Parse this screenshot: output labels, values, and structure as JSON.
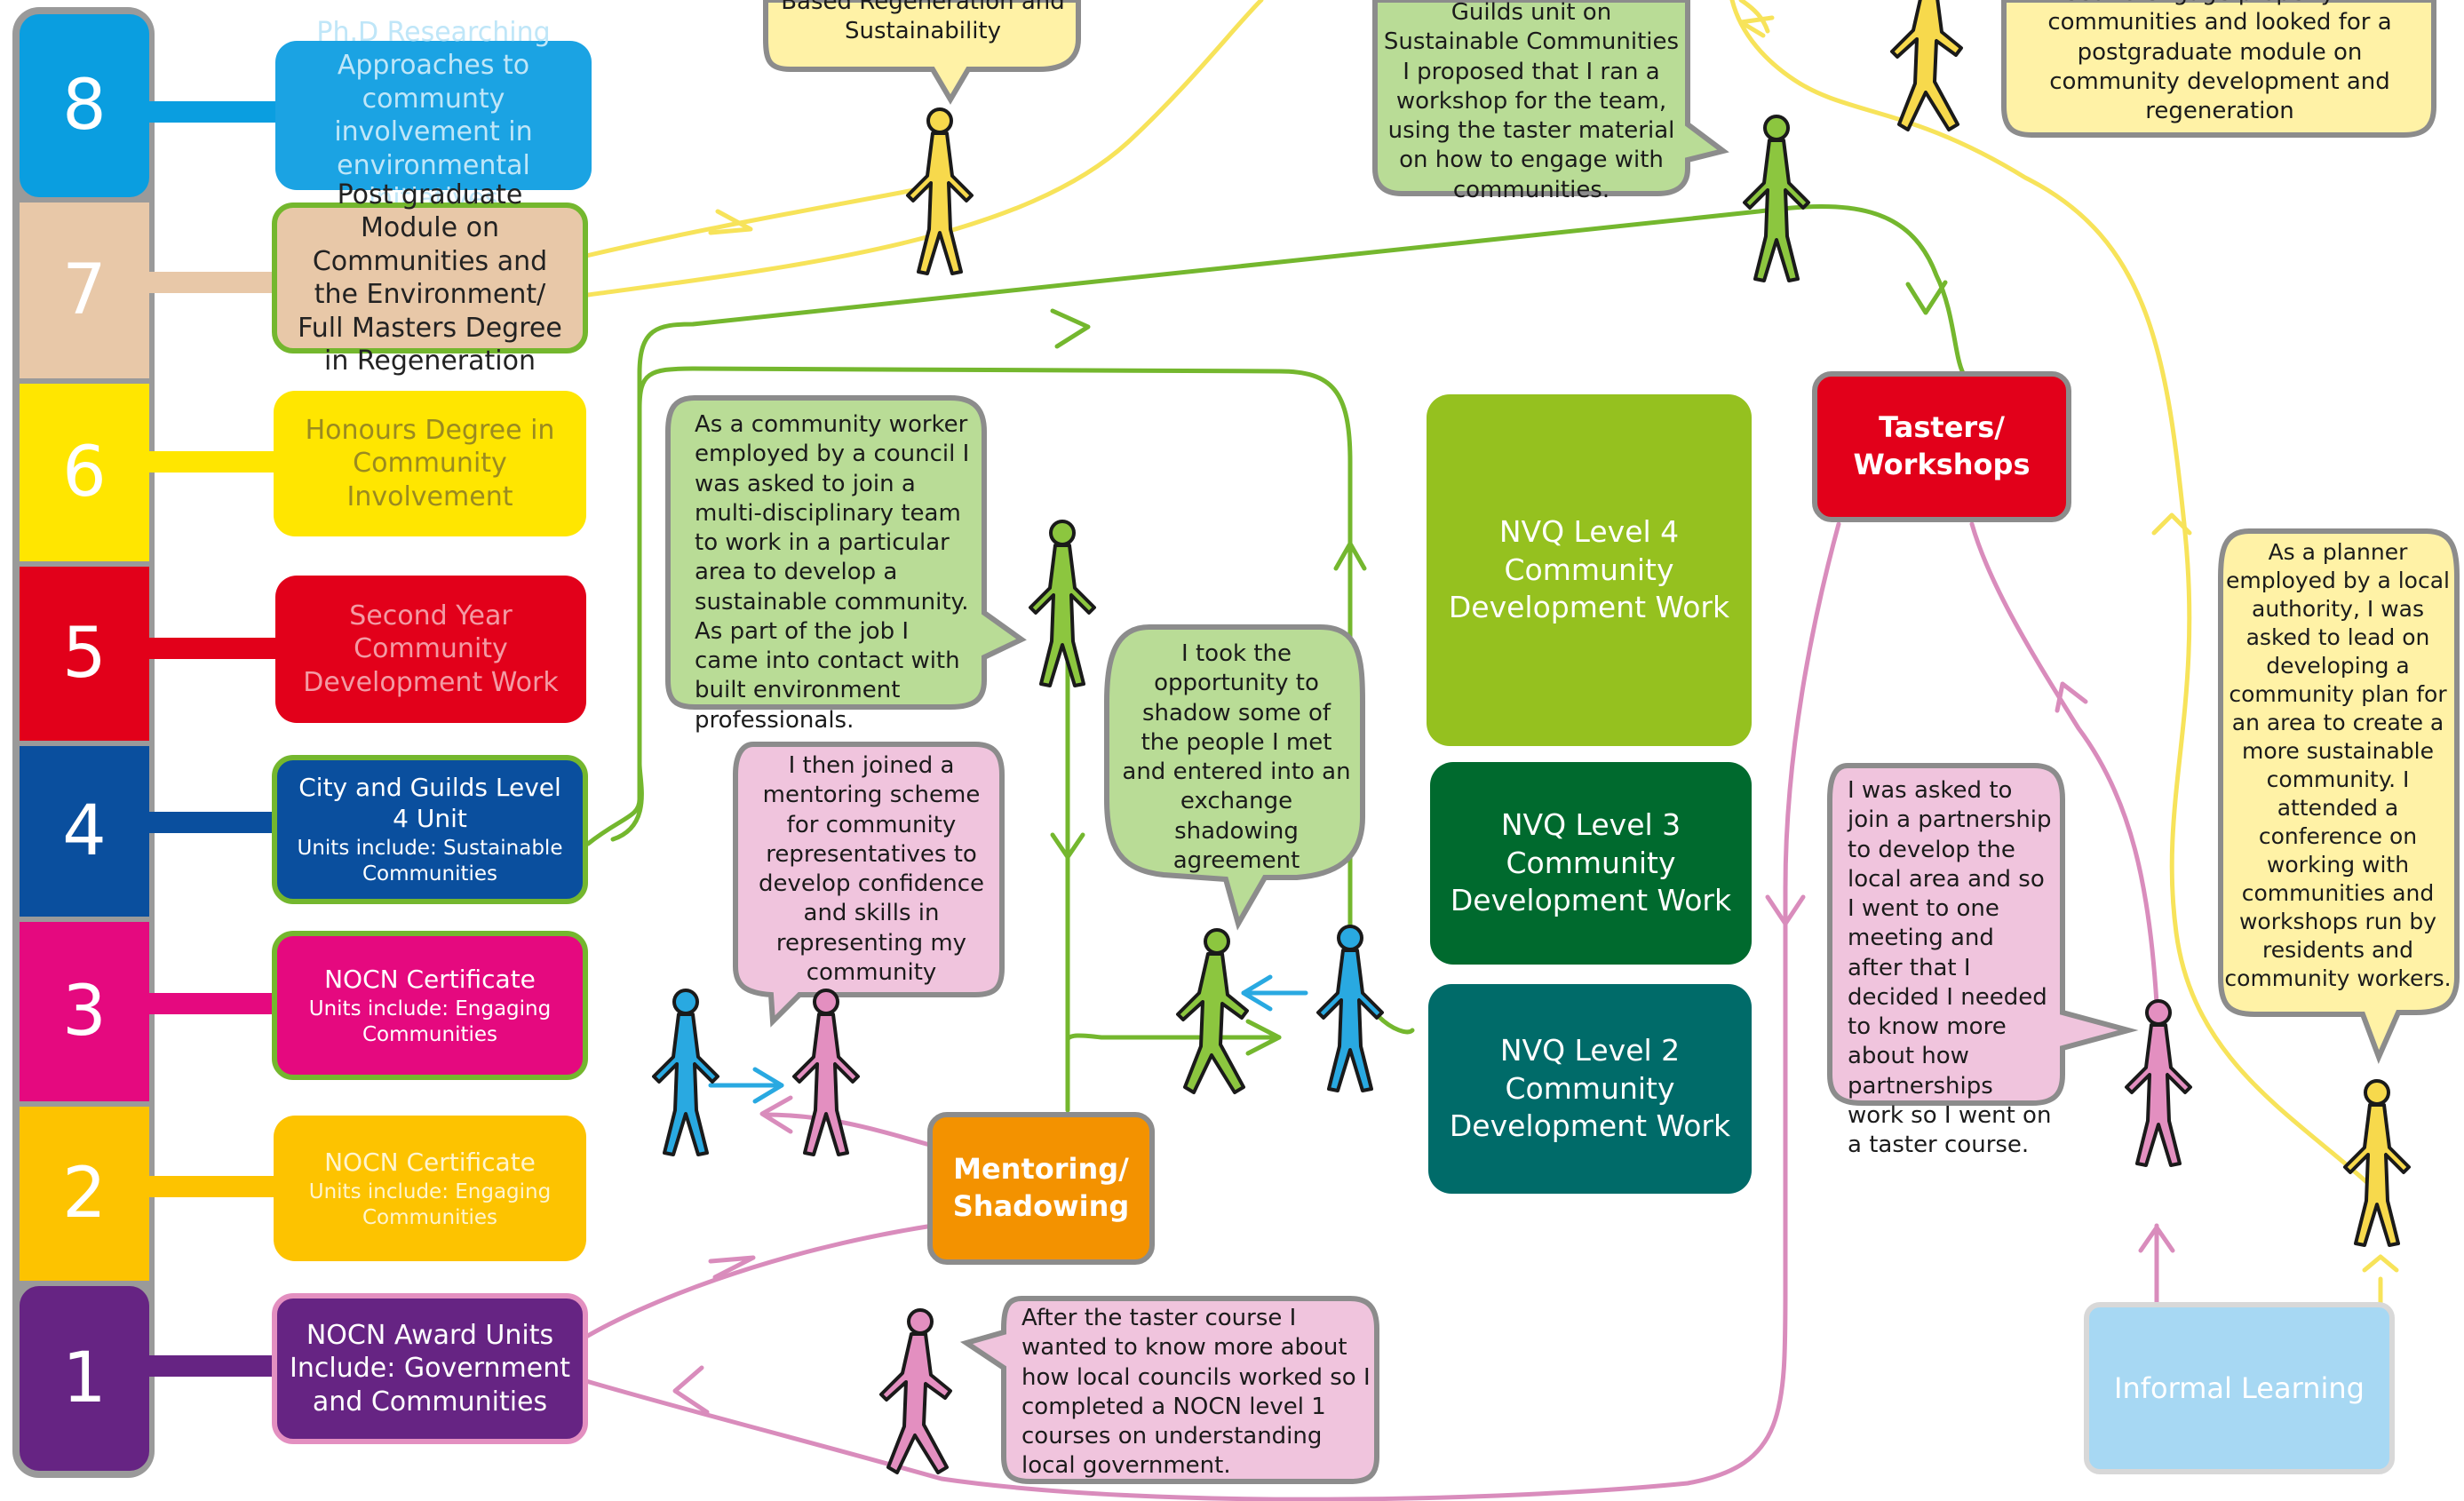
{
  "level_bar": {
    "levels": [
      {
        "number": "8",
        "color": "#0a9ee0"
      },
      {
        "number": "7",
        "color": "#e8c8a8"
      },
      {
        "number": "6",
        "color": "#ffe600"
      },
      {
        "number": "5",
        "color": "#e2001a"
      },
      {
        "number": "4",
        "color": "#0a4f9e"
      },
      {
        "number": "3",
        "color": "#e5097f"
      },
      {
        "number": "2",
        "color": "#fdc300"
      },
      {
        "number": "1",
        "color": "#662483"
      }
    ]
  },
  "qualifications": {
    "phd": "Ph.D Researching Approaches to communty involvement in environmental initiatives",
    "postgrad": "Post graduate Module on Communities and the Environment/ Full Masters Degree in Regeneration",
    "honours": "Honours Degree in Community Involvement",
    "second_year": "Second Year Community Development Work",
    "city_guilds_title": "City and Guilds Level 4 Unit",
    "city_guilds_units": "Units include: Sustainable Communities",
    "nocn_cert3_title": "NOCN Certificate",
    "nocn_cert3_units": "Units include: Engaging Communities",
    "nocn_cert2_title": "NOCN Certificate",
    "nocn_cert2_units": "Units include: Engaging Communities",
    "nocn_award": "NOCN Award Units Include: Government and Communities"
  },
  "nvq": {
    "level4": "NVQ Level 4 Community Development Work",
    "level3": "NVQ Level 3 Community Development Work",
    "level2": "NVQ Level 2 Community Development Work"
  },
  "hubs": {
    "mentoring": "Mentoring/ Shadowing",
    "tasters": "Tasters/ Workshops",
    "informal": "Informal Learning"
  },
  "bubbles": {
    "top_yellow": "Based Regeneration and Sustainability",
    "top_green": "Guilds unit on Sustainable Communities I proposed that I ran a workshop for the team, using the taster material on how to engage with communities.",
    "top_right_yellow": "need to engage properly with communities and looked for a postgraduate module on community development and regeneration",
    "community_worker": "As a community worker employed by a council I was asked to join a multi-disciplinary team to work in a particular area to develop a sustainable community. As part of the job I came into contact with built environment professionals.",
    "shadow": "I took the opportunity to shadow some of the people I met and entered into an exchange shadowing agreement",
    "mentoring_scheme": "I then joined a mentoring scheme for community representatives to develop confidence and skills in representing my community",
    "partnership": "I was asked to join a partnership to develop the local area and so I went to one meeting and after that I decided I needed to know more about how partnerships work so I went on a taster course.",
    "planner": "As a planner employed by a local authority, I was asked to lead on developing a community plan for an area to create a more sustainable community. I attended a conference on working with communities and workshops run by residents and community workers.",
    "taster_course": "After the taster course I wanted to know more about how local councils worked so I completed a NOCN level 1 courses on understanding local government."
  },
  "colors": {
    "yellow_path": "#f7e35a",
    "green_path": "#74b72e",
    "pink_path": "#d98cbc",
    "blue_path": "#29a9e1"
  }
}
